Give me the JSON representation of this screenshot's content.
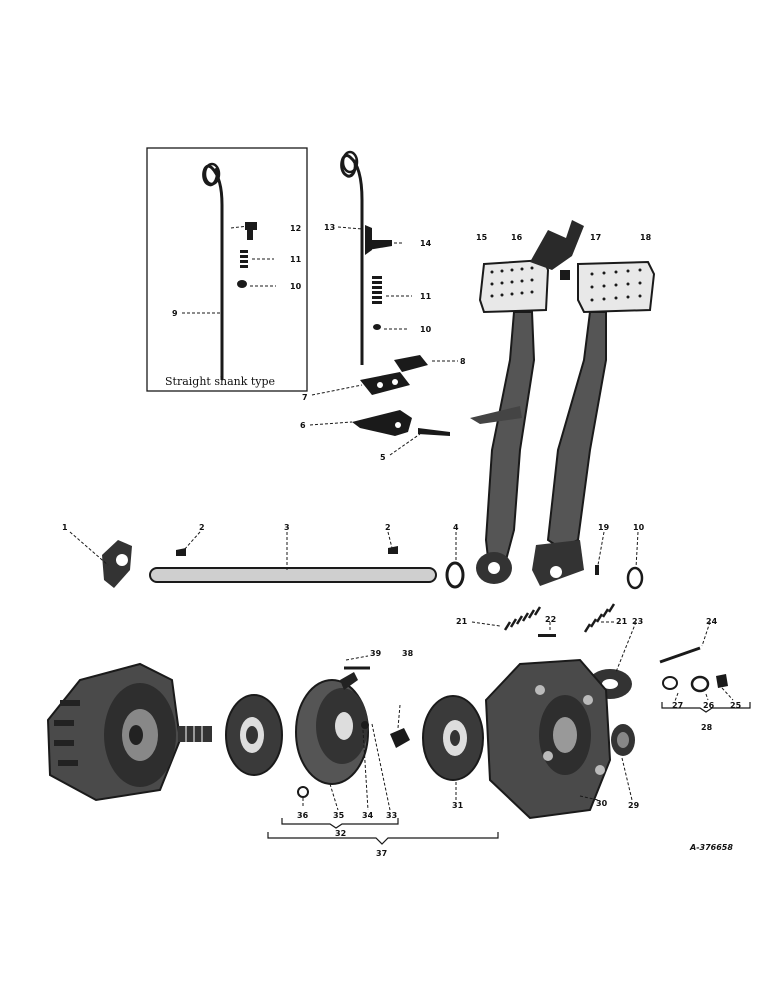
{
  "inset_caption": "Straight shank type",
  "reference_number": "A-376658",
  "callouts": [
    "1",
    "2",
    "3",
    "2",
    "4",
    "5",
    "6",
    "7",
    "8",
    "9",
    "10",
    "10",
    "10",
    "11",
    "11",
    "12",
    "13",
    "14",
    "15",
    "16",
    "17",
    "18",
    "19",
    "21",
    "21",
    "22",
    "23",
    "24",
    "25",
    "26",
    "27",
    "28",
    "29",
    "30",
    "31",
    "32",
    "33",
    "34",
    "35",
    "36",
    "37",
    "38",
    "39"
  ],
  "colors": {
    "ink": "#1a1a1a",
    "paper": "#ffffff"
  }
}
